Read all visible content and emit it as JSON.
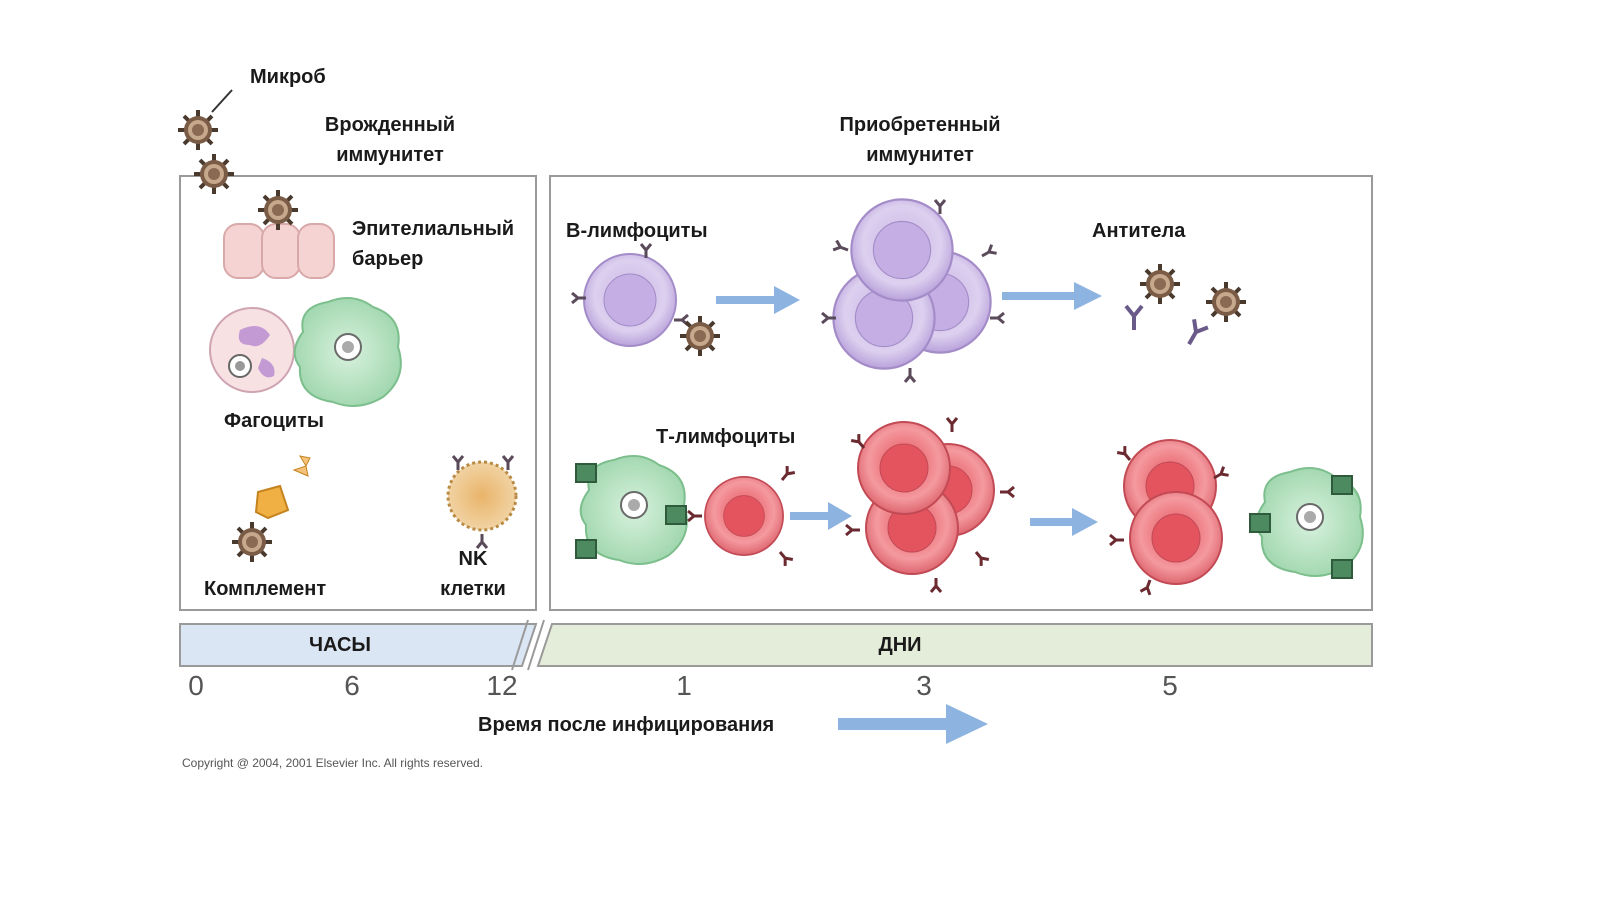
{
  "labels": {
    "microbe": "Микроб",
    "innate_title": [
      "Врожденный",
      "иммунитет"
    ],
    "adaptive_title": [
      "Приобретенный",
      "иммунитет"
    ],
    "epithelial": [
      "Эпителиальный",
      "барьер"
    ],
    "phagocytes": "Фагоциты",
    "complement": "Комплемент",
    "nk": [
      "NK",
      "клетки"
    ],
    "b_lymph": "В-лимфоциты",
    "antibodies": "Антитела",
    "t_lymph": "Т-лимфоциты",
    "hours": "ЧАСЫ",
    "days": "ДНИ",
    "time_axis": "Время после инфицирования",
    "copyright": "Copyright @ 2004, 2001 Elsevier Inc. All rights reserved."
  },
  "ticks": [
    "0",
    "6",
    "12",
    "1",
    "3",
    "5"
  ],
  "colors": {
    "hours_band": "#dbe6f4",
    "days_band": "#e4edd9",
    "arrow": "#8db3e0",
    "b_cell": "#d8c9ec",
    "t_cell": "#f0868c",
    "phagocyte_green": "#bfe6c8",
    "microbe": "#9a7d66"
  }
}
